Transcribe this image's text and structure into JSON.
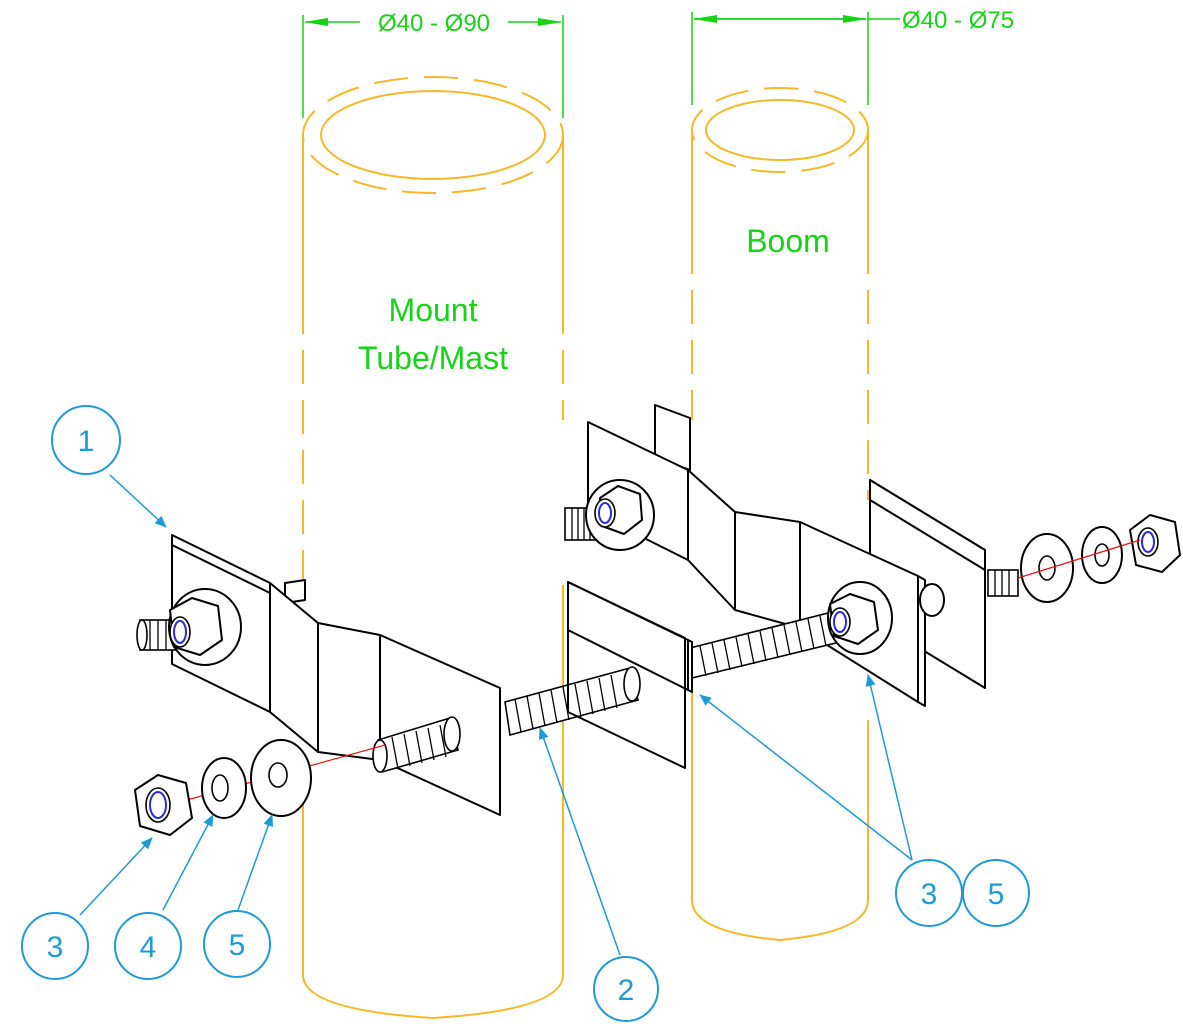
{
  "dimensions": {
    "mast": "Ø40 - Ø90",
    "boom": "Ø40 - Ø75"
  },
  "labels": {
    "mast_line1": "Mount",
    "mast_line2": "Tube/Mast",
    "boom": "Boom"
  },
  "callouts": [
    {
      "id": "callout-1",
      "text": "1"
    },
    {
      "id": "callout-2",
      "text": "2"
    },
    {
      "id": "callout-3-left",
      "text": "3"
    },
    {
      "id": "callout-4",
      "text": "4"
    },
    {
      "id": "callout-5-left",
      "text": "5"
    },
    {
      "id": "callout-3-right",
      "text": "3"
    },
    {
      "id": "callout-5-right",
      "text": "5"
    }
  ],
  "colors": {
    "tube_outline": "#f5b82a",
    "dimension_text": "#16d316",
    "callout": "#1e9ad6",
    "axis_line": "#e11111",
    "nylon_insert": "#2b2bd8"
  }
}
